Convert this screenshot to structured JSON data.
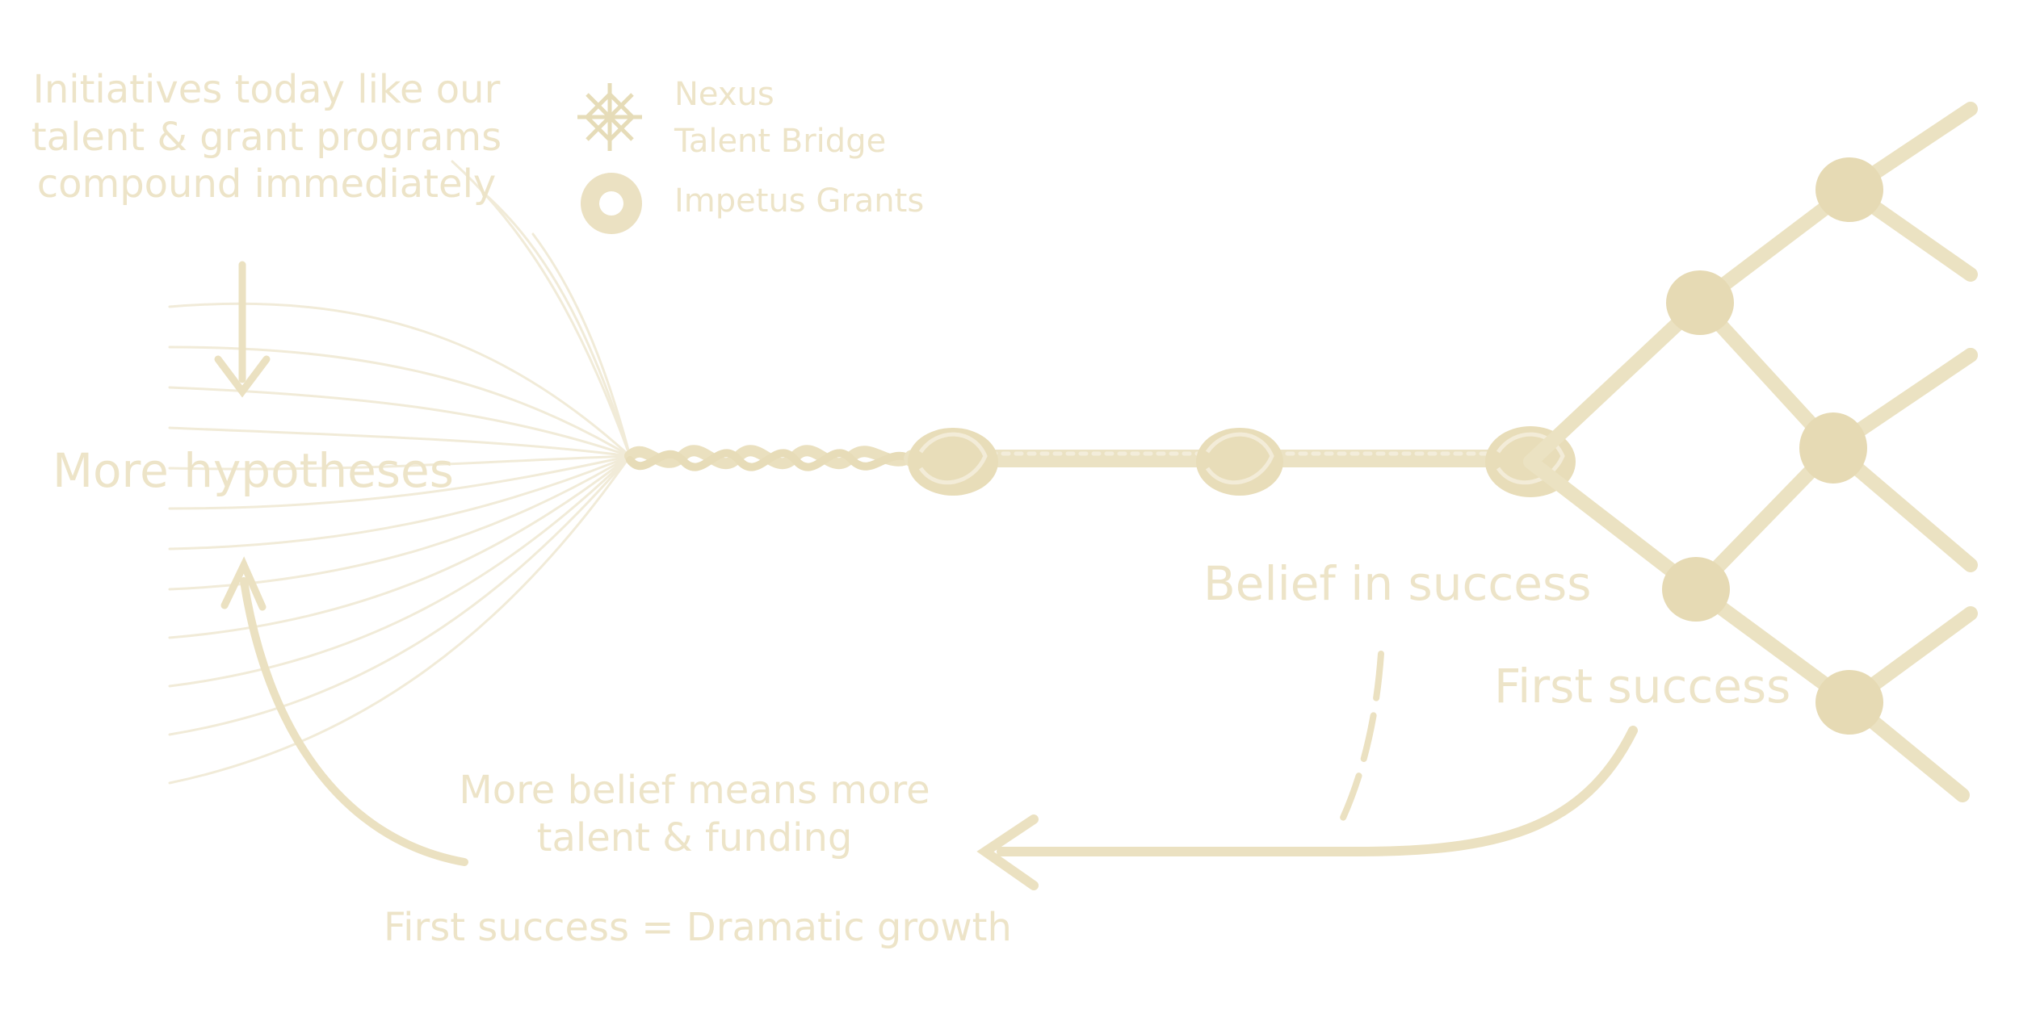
{
  "colors": {
    "background": "#ffffff",
    "ink": "#ede4c8",
    "rope": "#ece3c5",
    "rope_shadow": "#e2d6b0"
  },
  "intro": {
    "line1": "Initiatives today like our",
    "line2": "talent & grant programs",
    "line3": "compound immediately"
  },
  "legend": {
    "items": [
      {
        "icon": "snowflake-knot-icon",
        "line1": "Nexus",
        "line2": "Talent Bridge"
      },
      {
        "icon": "ring-icon",
        "line1": "Impetus Grants"
      }
    ]
  },
  "labels": {
    "hypotheses": "More hypotheses",
    "belief": "Belief in success",
    "first_success": "First success",
    "more_belief_1": "More belief means more",
    "more_belief_2": "talent & funding",
    "growth": "First success = Dramatic growth"
  }
}
